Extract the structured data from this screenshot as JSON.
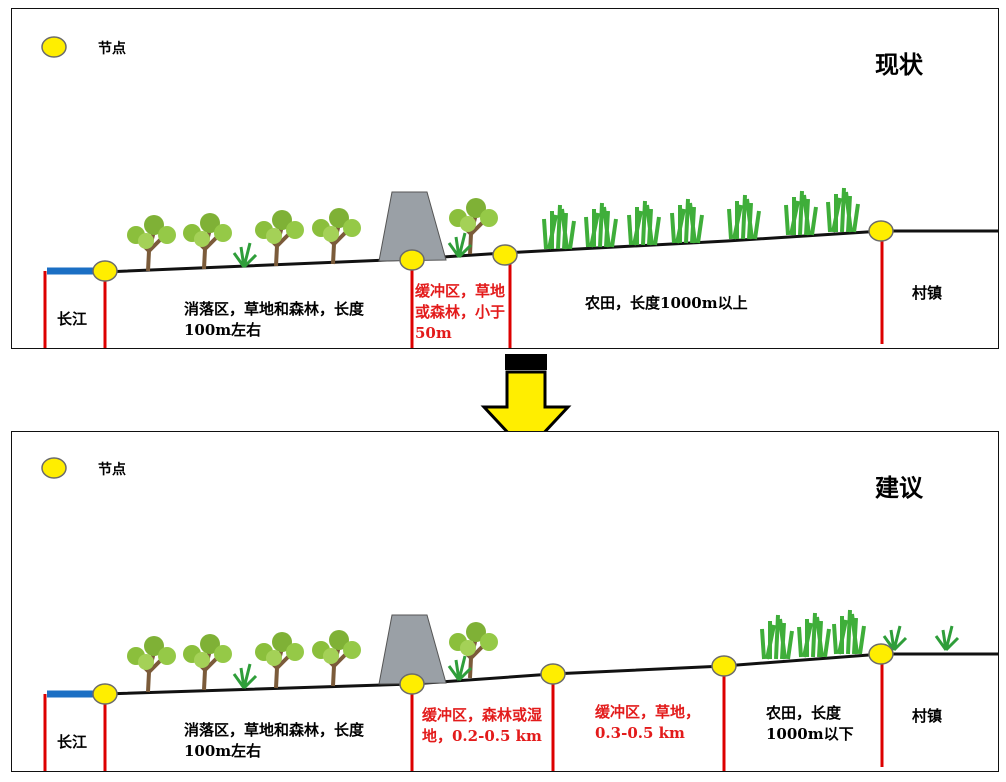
{
  "legend": {
    "node_label": "节点",
    "node_color": "#ffee00"
  },
  "colors": {
    "ground": "#111111",
    "boundary": "#dd0000",
    "river": "#1b6fc4",
    "levee": "#9aa0a6",
    "arrow": "#ffee00"
  },
  "top": {
    "title": "现状",
    "zones": {
      "yangtze": "长江",
      "riparian": "消落区，草地和森林，长度100m左右",
      "buffer": "缓冲区，草地或森林，小于50m",
      "farmland": "农田，长度1000m以上",
      "town": "村镇"
    }
  },
  "bottom": {
    "title": "建议",
    "zones": {
      "yangtze": "长江",
      "riparian": "消落区，草地和森林，长度100m左右",
      "buffer1": "缓冲区，森林或湿地，0.2-0.5 km",
      "buffer2": "缓冲区，草地，0.3-0.5 km",
      "farmland": "农田，长度1000m以下",
      "town": "村镇"
    }
  }
}
